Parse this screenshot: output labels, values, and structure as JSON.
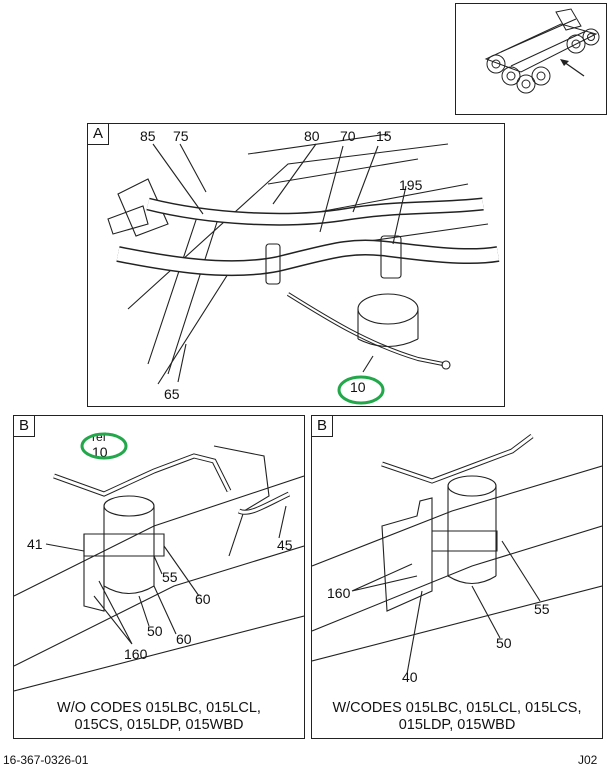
{
  "panel_a": {
    "label": "A",
    "callouts": {
      "c85": "85",
      "c75": "75",
      "c80": "80",
      "c70": "70",
      "c15": "15",
      "c195": "195",
      "c65": "65",
      "c10": "10"
    }
  },
  "panel_b_left": {
    "label": "B",
    "callouts": {
      "ref": "ref",
      "ref10": "10",
      "c41": "41",
      "c45": "45",
      "c55": "55",
      "c60a": "60",
      "c60b": "60",
      "c50": "50",
      "c160": "160"
    },
    "caption_line1": "W/O CODES 015LBC, 015LCL,",
    "caption_line2": "015CS, 015LDP, 015WBD"
  },
  "panel_b_right": {
    "label": "B",
    "callouts": {
      "c160": "160",
      "c55": "55",
      "c50": "50",
      "c40": "40"
    },
    "caption_line1": "W/CODES 015LBC, 015LCL, 015LCS,",
    "caption_line2": "015LDP, 015WBD"
  },
  "footer": {
    "part_number": "16-367-0326-01",
    "sheet": "J02"
  },
  "colors": {
    "highlight": "#22a84a",
    "line": "#222222"
  }
}
